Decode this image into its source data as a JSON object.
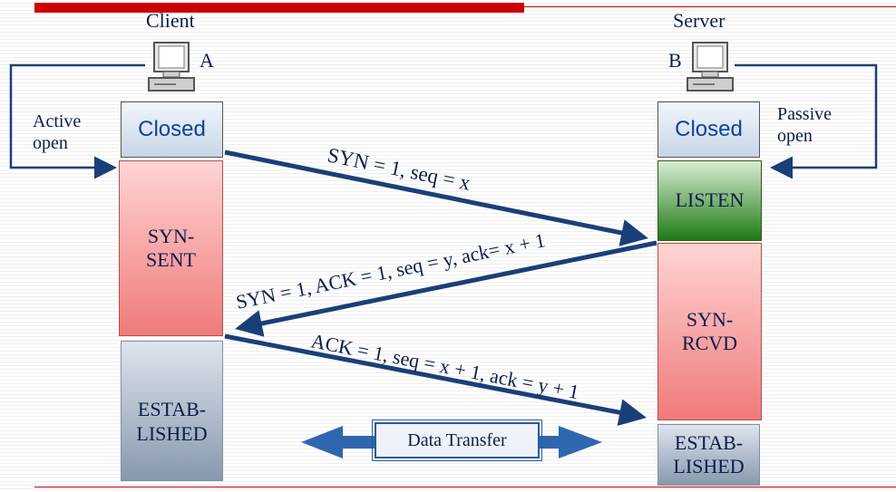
{
  "client": {
    "title": "Client",
    "host_letter": "A",
    "open_label_line1": "Active",
    "open_label_line2": "open",
    "states": {
      "closed": "Closed",
      "syn_sent_line1": "SYN-",
      "syn_sent_line2": "SENT",
      "established_line1": "ESTAB-",
      "established_line2": "LISHED"
    }
  },
  "server": {
    "title": "Server",
    "host_letter": "B",
    "open_label_line1": "Passive",
    "open_label_line2": "open",
    "states": {
      "closed": "Closed",
      "listen": "LISTEN",
      "syn_rcvd_line1": "SYN-",
      "syn_rcvd_line2": "RCVD",
      "established_line1": "ESTAB-",
      "established_line2": "LISHED"
    }
  },
  "messages": {
    "syn": "SYN = 1, seq = x",
    "syn_ack": "SYN = 1, ACK = 1, seq = y, ack= x + 1",
    "ack": "ACK = 1, seq = x + 1, ack = y + 1"
  },
  "data_transfer": "Data Transfer",
  "colors": {
    "accent_red": "#cc0000",
    "arrow_blue": "#1a3f78",
    "listen_green": "#1f7a16",
    "syn_pink": "#f07a7a",
    "text_navy": "#0b1d4a"
  },
  "icons": [
    "computer-icon",
    "computer-icon"
  ]
}
